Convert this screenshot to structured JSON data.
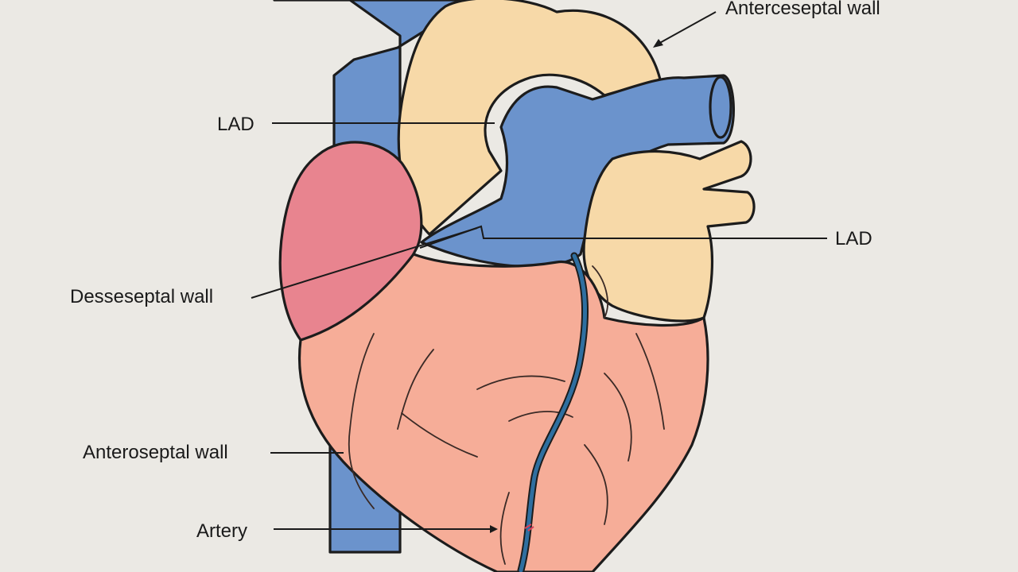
{
  "labels": {
    "top_right": "Anterceseptal wall",
    "lad_left": "LAD",
    "lad_right": "LAD",
    "dessseptal": "Desseseptal wall",
    "anteroseptal": "Anteroseptal wall",
    "artery": "Artery"
  },
  "colors": {
    "background": "#ebe9e4",
    "vessel_blue": "#6b93cc",
    "aorta_beige": "#f7d9a8",
    "atrium_pink": "#e8848f",
    "ventricle_salmon": "#f6ad98",
    "coronary_artery": "#2f6fa0",
    "outline": "#1c1c1c"
  }
}
